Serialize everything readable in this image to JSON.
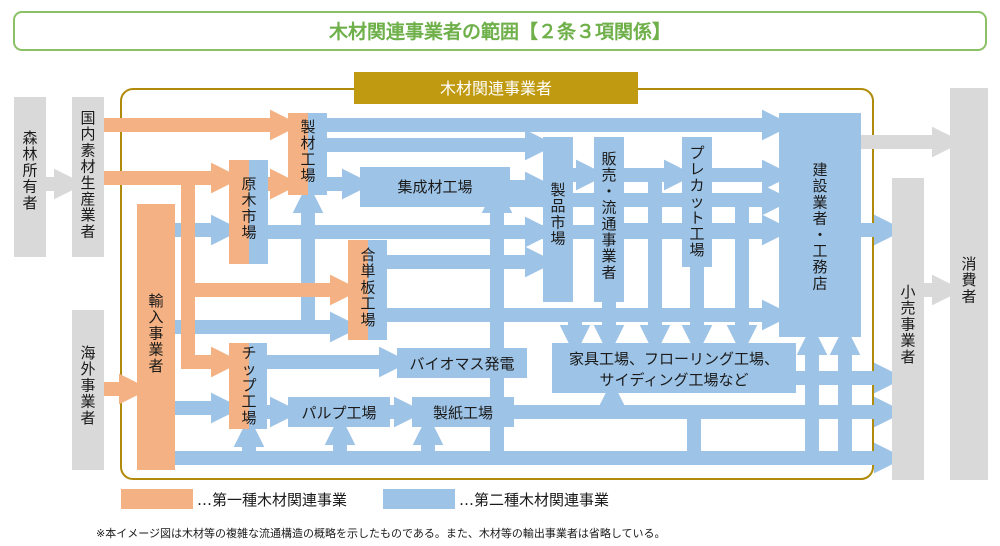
{
  "title": "木材関連事業者の範囲【２条３項関係】",
  "frame_label": "木材関連事業者",
  "nodes": {
    "shinrin": "森林所有者",
    "kokunai": "国内素材生産業者",
    "kaigai": "海外事業者",
    "yunyu": "輸入事業者",
    "gemmoku": "原木市場",
    "seizai": "製材工場",
    "chip": "チップ工場",
    "goban": "合単板工場",
    "shuseizai": "集成材工場",
    "pulp": "パルプ工場",
    "seishi": "製紙工場",
    "biomass": "バイオマス発電",
    "seihin": "製品市場",
    "hanbai": "販売・流通事業者",
    "precut": "プレカット工場",
    "kagu_line1": "家具工場、フローリング工場、",
    "kagu_line2": "サイディング工場など",
    "kensetsu": "建設業者・工務店",
    "kouri": "小売事業者",
    "shohisha": "消費者"
  },
  "legend": {
    "type1": "…第一種木材関連事業",
    "type2": "…第二種木材関連事業"
  },
  "footnote": "※本イメージ図は木材等の複雑な流通構造の概略を示したものである。また、木材等の輸出事業者は省略している。",
  "colors": {
    "title_text": "#6fb04a",
    "title_border": "#8cc065",
    "frame_border": "#b08a0a",
    "frame_label_bg": "#c09a10",
    "orange": "#f4b183",
    "blue": "#9dc3e6",
    "gray": "#d9d9d9"
  }
}
